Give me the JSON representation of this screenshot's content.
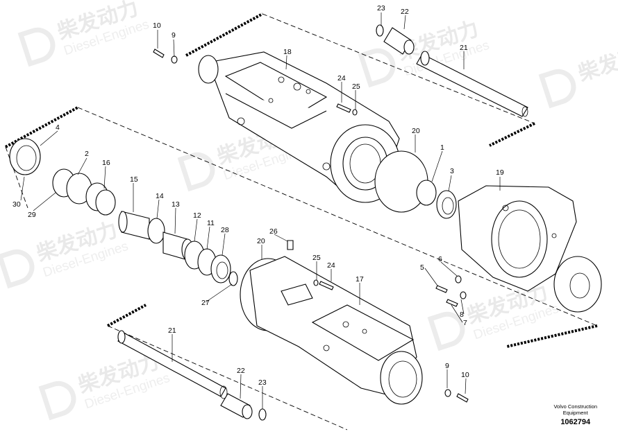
{
  "watermark": {
    "brand_cn": "柴发动力",
    "brand_en": "Diesel-Engines",
    "logo_icon": "d-logo-icon"
  },
  "parts": [
    {
      "num": "1"
    },
    {
      "num": "2"
    },
    {
      "num": "3"
    },
    {
      "num": "4"
    },
    {
      "num": "5"
    },
    {
      "num": "6"
    },
    {
      "num": "7"
    },
    {
      "num": "8"
    },
    {
      "num": "9"
    },
    {
      "num": "10"
    },
    {
      "num": "11"
    },
    {
      "num": "12"
    },
    {
      "num": "13"
    },
    {
      "num": "14"
    },
    {
      "num": "15"
    },
    {
      "num": "16"
    },
    {
      "num": "17"
    },
    {
      "num": "18"
    },
    {
      "num": "19"
    },
    {
      "num": "20"
    },
    {
      "num": "21"
    },
    {
      "num": "22"
    },
    {
      "num": "23"
    },
    {
      "num": "24"
    },
    {
      "num": "25"
    },
    {
      "num": "26"
    },
    {
      "num": "27"
    },
    {
      "num": "28"
    },
    {
      "num": "29"
    },
    {
      "num": "30"
    }
  ],
  "callouts": [
    {
      "num": "10"
    },
    {
      "num": "9"
    },
    {
      "num": "18"
    },
    {
      "num": "23"
    },
    {
      "num": "22"
    },
    {
      "num": "21"
    },
    {
      "num": "24"
    },
    {
      "num": "25"
    },
    {
      "num": "4"
    },
    {
      "num": "20"
    },
    {
      "num": "1"
    },
    {
      "num": "2"
    },
    {
      "num": "16"
    },
    {
      "num": "3"
    },
    {
      "num": "19"
    },
    {
      "num": "30"
    },
    {
      "num": "29"
    },
    {
      "num": "15"
    },
    {
      "num": "14"
    },
    {
      "num": "13"
    },
    {
      "num": "12"
    },
    {
      "num": "11"
    },
    {
      "num": "28"
    },
    {
      "num": "26"
    },
    {
      "num": "20"
    },
    {
      "num": "25"
    },
    {
      "num": "24"
    },
    {
      "num": "5"
    },
    {
      "num": "6"
    },
    {
      "num": "8"
    },
    {
      "num": "7"
    },
    {
      "num": "27"
    },
    {
      "num": "17"
    },
    {
      "num": "21"
    },
    {
      "num": "9"
    },
    {
      "num": "10"
    },
    {
      "num": "22"
    },
    {
      "num": "23"
    }
  ],
  "footer": {
    "maker_line1": "Volvo Construction",
    "maker_line2": "Equipment",
    "doc_number": "1062794"
  }
}
